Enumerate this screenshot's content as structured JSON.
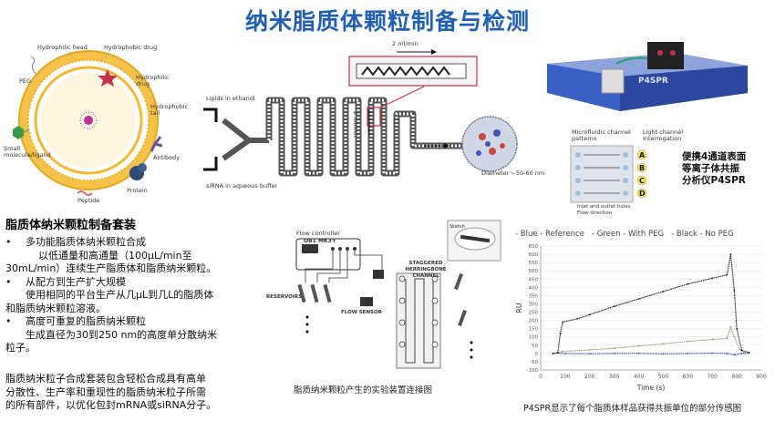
{
  "title": "纳米脂质体颗粒制备与检测",
  "liposome": {
    "hydrophilic_head": "Hydrophilic head",
    "hydrophobic_drug": "Hydrophobic drug",
    "peg": "PEG",
    "hydrophilic_drug": "Hydrophilic drug",
    "hydrophobic_tail": "Hydrophobic tail",
    "small_molecule": "Small molecule/ligand",
    "antibody": "Antibody",
    "protein": "Protein",
    "peptide": "Peptide"
  },
  "microfluidic": {
    "lipids_in_ethanol": "Lipids in ethanol",
    "sirna_in_buffer": "siRNA in aqueous buffer",
    "flow_rate_h": "2 ml/min",
    "flow_rate_v": "2 ml/min",
    "scale": "500",
    "diameter": "Diameter ~50-60 nm"
  },
  "instrument": {
    "brand": "P4SPR",
    "panel_title_left": "Microfluidic channel patterns",
    "panel_title_right": "Light channel Interrogation",
    "channels": [
      "A",
      "B",
      "C",
      "D"
    ],
    "legend_inlet": "Inlet and outlet holes",
    "legend_flow": "Flow direction",
    "description": [
      "便携4通道表面",
      "等离子体共振",
      "分析仪P4SPR"
    ]
  },
  "kit": {
    "heading": "脂质体纳米颗粒制备套装",
    "bullets": [
      {
        "bullet": "•",
        "lines": [
          "多功能脂质体纳米颗粒合成",
          "以低通量和高通量（100μL/min至",
          "30mL/min）连续生产脂质体和脂质纳米颗粒。"
        ]
      },
      {
        "bullet": "•",
        "lines": [
          "从配方到生产扩大规模",
          "使用相同的平台生产从几μL到几L的脂质体",
          "和脂质纳米颗粒溶液。"
        ]
      },
      {
        "bullet": "•",
        "lines": [
          "高度可重复的脂质纳米颗粒",
          "生成直径为30到250 nm的高度单分散纳米",
          "粒子。"
        ]
      }
    ],
    "paragraph": [
      "脂质纳米粒子合成套装包含轻松合成具有高单",
      "分散性、生产率和重现性的脂质纳米粒子所需",
      "的所有部件，以优化包封mRNA或siRNA分子。"
    ]
  },
  "setup": {
    "flow_controller": "Flow controller",
    "controller_model": "OB1 MK3+",
    "reservoirs": "RESERVOIRS",
    "flow_sensor": "FLOW SENSOR",
    "herringbone": "STAGGERED HERRINGBONE CHANNEL",
    "zoom_label": "Sketch",
    "caption": "脂质纳米颗粒产生的实验装置连接图"
  },
  "chart_data": {
    "type": "line",
    "legend": [
      "- Blue - Reference",
      "- Green - With PEG",
      "- Black - No PEG"
    ],
    "legend_position": "top",
    "xlabel": "Time (s)",
    "ylabel": "RU",
    "xlim": [
      0,
      900
    ],
    "ylim": [
      -100,
      650
    ],
    "x_ticks": [
      0,
      100,
      200,
      300,
      400,
      500,
      600,
      700,
      800,
      900
    ],
    "y_ticks": [
      -100,
      -50,
      0,
      50,
      100,
      150,
      200,
      250,
      300,
      350,
      400,
      450,
      500,
      550,
      600,
      650
    ],
    "grid": "horizontal",
    "series": [
      {
        "name": "Blue - Reference",
        "color": "#2e4fb8",
        "x": [
          50,
          75,
          100,
          200,
          300,
          400,
          500,
          600,
          700,
          760,
          790,
          820,
          850
        ],
        "y": [
          0,
          1,
          0,
          -2,
          0,
          1,
          -3,
          0,
          2,
          0,
          -8,
          0,
          1
        ]
      },
      {
        "name": "Green - With PEG",
        "color": "#8da06a",
        "x": [
          50,
          75,
          90,
          200,
          300,
          400,
          500,
          600,
          700,
          760,
          775,
          790,
          810,
          830,
          850
        ],
        "y": [
          0,
          2,
          12,
          22,
          32,
          45,
          58,
          73,
          85,
          92,
          160,
          100,
          25,
          5,
          2
        ]
      },
      {
        "name": "Black - No PEG",
        "color": "#1a1a1a",
        "x": [
          50,
          70,
          80,
          90,
          150,
          200,
          300,
          400,
          500,
          600,
          700,
          760,
          775,
          790,
          800,
          820,
          850
        ],
        "y": [
          0,
          5,
          120,
          190,
          210,
          235,
          285,
          330,
          375,
          420,
          455,
          475,
          600,
          380,
          150,
          20,
          5
        ]
      }
    ],
    "caption": "P4SPR显示了每个脂质体样品获得共振单位的部分传感图"
  }
}
